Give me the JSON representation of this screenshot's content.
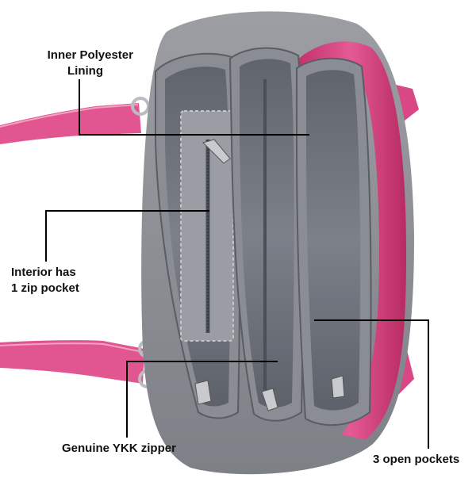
{
  "callouts": {
    "lining": {
      "line1": "Inner  Polyester",
      "line2": "Lining"
    },
    "zip_pocket": {
      "line1": "Interior has",
      "line2": "1 zip pocket"
    },
    "ykk": {
      "text": "Genuine YKK zipper"
    },
    "open_pockets": {
      "text": "3 open pockets"
    }
  },
  "colors": {
    "bag_gray": "#8f9196",
    "lining_gray": "#6f737c",
    "pink_trim": "#d63f7b",
    "handle_pink": "#e15690",
    "leader_line": "#000000"
  }
}
